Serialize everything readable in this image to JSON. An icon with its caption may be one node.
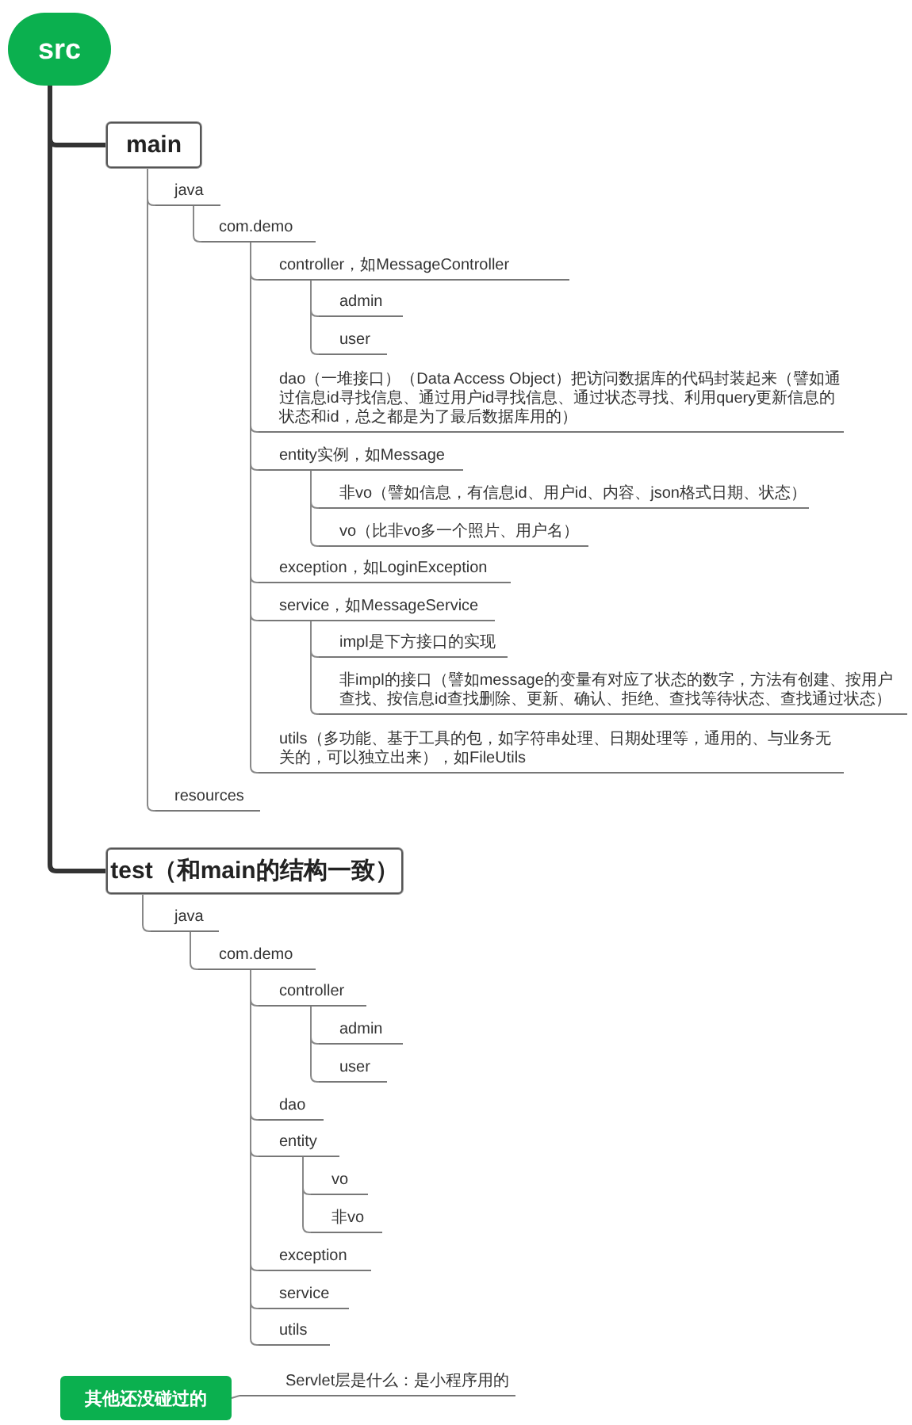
{
  "diagram": {
    "nodes": [
      {
        "text": [
          "src"
        ]
      },
      {
        "text": [
          "main"
        ]
      },
      {
        "text": [
          "java"
        ]
      },
      {
        "text": [
          "com.demo"
        ]
      },
      {
        "text": [
          "controller，如MessageController"
        ]
      },
      {
        "text": [
          "admin"
        ]
      },
      {
        "text": [
          "user"
        ]
      },
      {
        "text": [
          "dao（一堆接口）（Data Access Object）把访问数据库的代码封装起来（譬如通过信息id寻找信息、通过用户id寻找信息、通过状态寻找、利用query更新信息的状态和id，总之都是为了最后数据库用的）"
        ]
      },
      {
        "text": [
          "entity实例，如Message"
        ]
      },
      {
        "text": [
          "非vo（譬如信息，有信息id、用户id、内容、json格式日期、状态）"
        ]
      },
      {
        "text": [
          "vo（比非vo多一个照片、用户名）"
        ]
      },
      {
        "text": [
          "exception，如LoginException"
        ]
      },
      {
        "text": [
          "service，如MessageService"
        ]
      },
      {
        "text": [
          "impl是下方接口的实现"
        ]
      },
      {
        "text": [
          "非impl的接口（譬如message的变量有对应了状态的数字，方法有创建、按用户查找、按信息id查找删除、更新、确认、拒绝、查找等待状态、查找通过状态）"
        ]
      },
      {
        "text": [
          "utils（多功能、基于工具的包，如字符串处理、日期处理等，通用的、与业务无关的，可以独立出来），如FileUtils"
        ]
      },
      {
        "text": [
          "resources"
        ]
      },
      {
        "text": [
          "test（和main的结构一致）"
        ]
      },
      {
        "text": [
          "java"
        ]
      },
      {
        "text": [
          "com.demo"
        ]
      },
      {
        "text": [
          "controller"
        ]
      },
      {
        "text": [
          "admin"
        ]
      },
      {
        "text": [
          "user"
        ]
      },
      {
        "text": [
          "dao"
        ]
      },
      {
        "text": [
          "entity"
        ]
      },
      {
        "text": [
          "vo"
        ]
      },
      {
        "text": [
          "非vo"
        ]
      },
      {
        "text": [
          "exception"
        ]
      },
      {
        "text": [
          "service"
        ]
      },
      {
        "text": [
          "utils"
        ]
      },
      {
        "text": [
          "其他还没碰过的"
        ]
      },
      {
        "text": [
          "Servlet层是什么：是小程序用的"
        ]
      }
    ],
    "edges": [
      {
        "from": 0,
        "to": 1,
        "arrow": "none",
        "style": "thick"
      },
      {
        "from": 1,
        "to": 2,
        "arrow": "none"
      },
      {
        "from": 2,
        "to": 3,
        "arrow": "none"
      },
      {
        "from": 3,
        "to": 4,
        "arrow": "none"
      },
      {
        "from": 4,
        "to": 5,
        "arrow": "none"
      },
      {
        "from": 4,
        "to": 6,
        "arrow": "none"
      },
      {
        "from": 3,
        "to": 7,
        "arrow": "none"
      },
      {
        "from": 3,
        "to": 8,
        "arrow": "none"
      },
      {
        "from": 8,
        "to": 9,
        "arrow": "none"
      },
      {
        "from": 8,
        "to": 10,
        "arrow": "none"
      },
      {
        "from": 3,
        "to": 11,
        "arrow": "none"
      },
      {
        "from": 3,
        "to": 12,
        "arrow": "none"
      },
      {
        "from": 12,
        "to": 13,
        "arrow": "none"
      },
      {
        "from": 12,
        "to": 14,
        "arrow": "none"
      },
      {
        "from": 3,
        "to": 15,
        "arrow": "none"
      },
      {
        "from": 1,
        "to": 16,
        "arrow": "none"
      },
      {
        "from": 0,
        "to": 17,
        "arrow": "none",
        "style": "thick"
      },
      {
        "from": 17,
        "to": 18,
        "arrow": "none"
      },
      {
        "from": 18,
        "to": 19,
        "arrow": "none"
      },
      {
        "from": 19,
        "to": 20,
        "arrow": "none"
      },
      {
        "from": 20,
        "to": 21,
        "arrow": "none"
      },
      {
        "from": 20,
        "to": 22,
        "arrow": "none"
      },
      {
        "from": 19,
        "to": 23,
        "arrow": "none"
      },
      {
        "from": 19,
        "to": 24,
        "arrow": "none"
      },
      {
        "from": 24,
        "to": 25,
        "arrow": "none"
      },
      {
        "from": 24,
        "to": 26,
        "arrow": "none"
      },
      {
        "from": 19,
        "to": 27,
        "arrow": "none"
      },
      {
        "from": 19,
        "to": 28,
        "arrow": "none"
      },
      {
        "from": 19,
        "to": 29,
        "arrow": "none"
      },
      {
        "from": 30,
        "to": 31,
        "arrow": "none"
      }
    ]
  }
}
